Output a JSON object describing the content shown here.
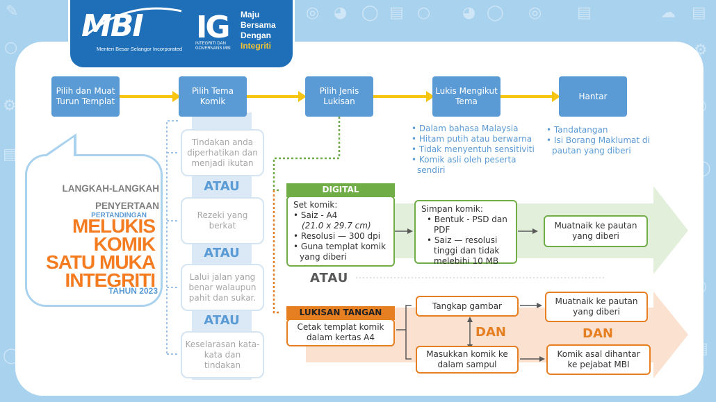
{
  "header": {
    "mbi_logo_text": "MBI",
    "mbi_subtitle": "Menteri Besar Selangor Incorporated",
    "ig_logo_text": "IG",
    "ig_subtitle_line1": "INTEGRITI DAN",
    "ig_subtitle_line2": "GOVERNANS MBI",
    "tagline_line1": "Maju",
    "tagline_line2": "Bersama",
    "tagline_line3": "Dengan",
    "tagline_line4": "Integriti"
  },
  "steps": [
    {
      "label": "Pilih dan Muat Turun Templat"
    },
    {
      "label": "Pilih Tema Komik"
    },
    {
      "label": "Pilih Jenis Lukisan"
    },
    {
      "label": "Lukis Mengikut Tema"
    },
    {
      "label": "Hantar"
    }
  ],
  "draw_notes": [
    "Dalam bahasa Malaysia",
    "Hitam putih atau berwarna",
    "Tidak menyentuh sensitiviti",
    "Komik asli oleh peserta sendiri"
  ],
  "submit_notes": [
    "Tandatangan",
    "Isi Borang Maklumat di pautan yang diberi"
  ],
  "themes": [
    "Tindakan anda diperhatikan dan menjadi ikutan",
    "Rezeki yang berkat",
    "Lalui jalan yang benar walaupun pahit dan sukar.",
    "Keselarasan kata-kata dan tindakan"
  ],
  "atau_label": "ATAU",
  "callout": {
    "line1": "LANGKAH-LANGKAH",
    "line2": "PENYERTAAN",
    "pertandingan": "PERTANDINGAN",
    "big1": "MELUKIS",
    "big2": "KOMIK",
    "big3": "SATU MUKA",
    "big4": "INTEGRITI",
    "year": "TAHUN 2023"
  },
  "digital": {
    "title": "DIGITAL",
    "set_title": "Set komik:",
    "set_items": [
      "Saiz - A4",
      "(21.0 x 29.7 cm)",
      "Resolusi — 300 dpi",
      "Guna templat komik yang diberi"
    ],
    "save_title": "Simpan komik:",
    "save_items": [
      "Bentuk - PSD dan PDF",
      "Saiz — resolusi tinggi dan tidak melebihi 10 MB"
    ],
    "upload": "Muatnaik ke pautan yang diberi"
  },
  "or_middle": "ATAU",
  "hand": {
    "title": "LUKISAN TANGAN",
    "print": "Cetak templat komik dalam kertas A4",
    "capture": "Tangkap gambar",
    "envelope": "Masukkan komik ke dalam sampul",
    "upload": "Muatnaik ke pautan yang diberi",
    "deliver": "Komik asal dihantar ke pejabat MBI",
    "dan1": "DAN",
    "dan2": "DAN"
  },
  "colors": {
    "step_blue": "#5b9bd5",
    "arrow_yellow": "#f7c412",
    "digital_green": "#70ad47",
    "hand_orange": "#e67e22",
    "background": "#a9d2ee",
    "header_blue": "#1f6fb8"
  }
}
